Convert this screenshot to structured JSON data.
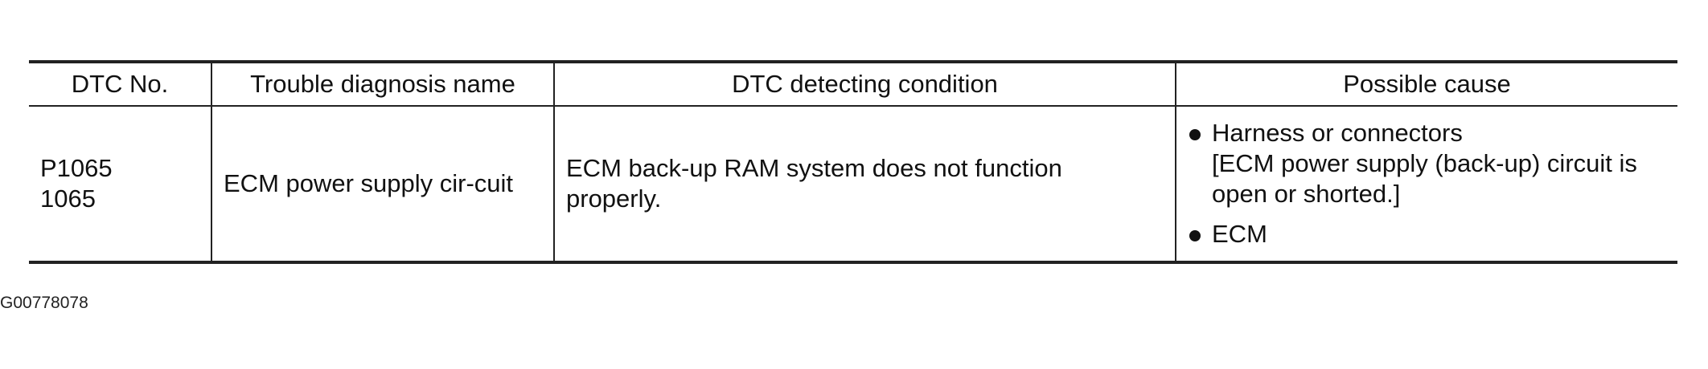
{
  "table": {
    "headers": [
      "DTC No.",
      "Trouble diagnosis name",
      "DTC detecting condition",
      "Possible cause"
    ],
    "rows": [
      {
        "dtc": [
          "P1065",
          "1065"
        ],
        "name": "ECM power supply cir-cuit",
        "condition": "ECM back-up RAM system does not function properly.",
        "causes": [
          {
            "label": "Harness or connectors",
            "detail": "[ECM power supply (back-up) circuit is open or shorted.]"
          },
          {
            "label": "ECM",
            "detail": ""
          }
        ]
      }
    ]
  },
  "figure_id": "G00778078"
}
